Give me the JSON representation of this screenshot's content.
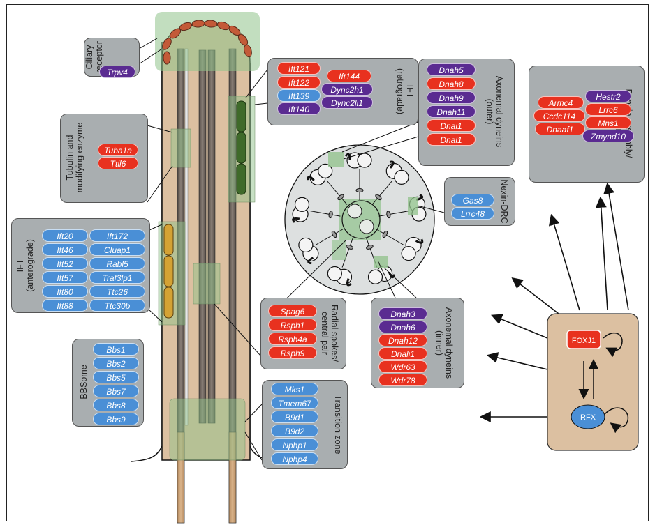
{
  "colors": {
    "red": "#e8311f",
    "purple": "#5a2b91",
    "blue": "#4a8fd6",
    "panel": "#a9aeb0",
    "cilium": "#dcc0a1",
    "highlight": "#8fc28a"
  },
  "panels": {
    "ciliary_receptor": {
      "title": "Ciliary\nreceptor",
      "genes": [
        "Trpv4"
      ]
    },
    "tubulin": {
      "title": "Tubulin and\nmodifying enzyme",
      "genes": [
        "Tuba1a",
        "Ttll6"
      ]
    },
    "ift_anterograde": {
      "title": "IFT\n(anterograde)",
      "genes": [
        "Ift20",
        "Ift46",
        "Ift52",
        "Ift57",
        "Ift80",
        "Ift88",
        "Ift172",
        "Cluap1",
        "Rabl5",
        "Traf3lp1",
        "Ttc26",
        "Ttc30b"
      ]
    },
    "bbsome": {
      "title": "BBSome",
      "genes": [
        "Bbs1",
        "Bbs2",
        "Bbs5",
        "Bbs7",
        "Bbs8",
        "Bbs9"
      ]
    },
    "ift_retrograde": {
      "title": "IFT\n(retrograde)",
      "genes": [
        "Ift121",
        "Ift122",
        "Ift139",
        "Ift140",
        "Ift144",
        "Dync2h1",
        "Dync2li1"
      ]
    },
    "radial_spokes": {
      "title": "Radial spokes/\ncentral pair",
      "genes": [
        "Spag6",
        "Rsph1",
        "Rsph4a",
        "Rsph9"
      ]
    },
    "transition_zone": {
      "title": "Transition zone",
      "genes": [
        "Mks1",
        "Tmem67",
        "B9d1",
        "B9d2",
        "Nphp1",
        "Nphp4"
      ]
    },
    "axonemal_outer": {
      "title": "Axonemal dyneins\n(outer)",
      "genes": [
        "Dnah5",
        "Dnah8",
        "Dnah9",
        "Dnah11",
        "Dnai1",
        "Dnal1"
      ]
    },
    "nexin_drc": {
      "title": "Nexin-DRC",
      "genes": [
        "Gas8",
        "Lrrc48"
      ]
    },
    "axonemal_inner": {
      "title": "Axonemal dyneins\n(inner)",
      "genes": [
        "Dnah3",
        "Dnah6",
        "Dnah12",
        "Dnali1",
        "Wdr63",
        "Wdr78"
      ]
    },
    "dynein_assembly": {
      "title": "Dynein assembly/\ndocking",
      "genes": [
        "Armc4",
        "Ccdc114",
        "Dnaaf1",
        "Hestr2",
        "Lrrc6",
        "Mns1",
        "Zmynd10"
      ]
    }
  },
  "regulators": {
    "foxj1": "FOXJ1",
    "rfx": "RFX"
  }
}
